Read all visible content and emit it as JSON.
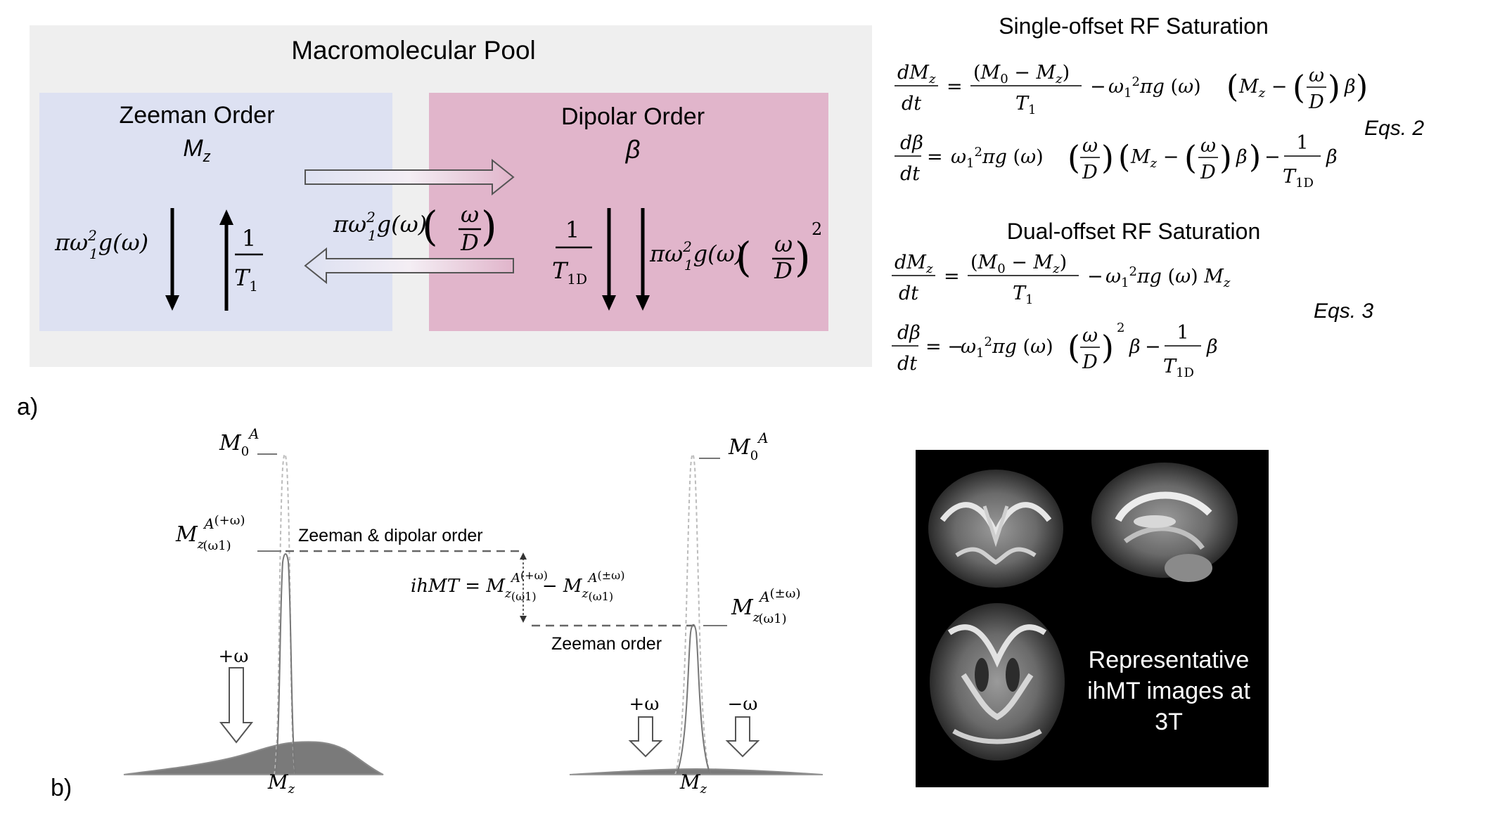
{
  "panel_a": {
    "label": "a)",
    "pool_title": "Macromolecular Pool",
    "zeeman": {
      "title": "Zeeman Order",
      "symbol": "M",
      "symbol_sub": "z"
    },
    "dipolar": {
      "title": "Dipolar Order",
      "symbol": "β"
    },
    "rates": {
      "zeeman_saturation": "πω₁²g(ω)",
      "zeeman_relaxation": "1 / T₁",
      "transfer_to_dipolar": "πω₁²g(ω)(ω/D)",
      "dipolar_relaxation": "1 / T₁D",
      "dipolar_saturation": "πω₁²g(ω)(ω/D)²"
    }
  },
  "equations": {
    "single_title": "Single-offset RF Saturation",
    "single_tag": "Eqs. 2",
    "single_eq1": "dM_z/dt = (M_0 − M_z)/T_1 − ω_1²πg(ω)(M_z − (ω/D)β)",
    "single_eq2": "dβ/dt = ω_1²πg(ω)(ω/D)(M_z − (ω/D)β) − (1/T_1D)β",
    "dual_title": "Dual-offset RF Saturation",
    "dual_tag": "Eqs. 3",
    "dual_eq1": "dM_z/dt = (M_0 − M_z)/T_1 − ω_1²πg(ω)M_z",
    "dual_eq2": "dβ/dt = −ω_1²πg(ω)(ω/D)²β − (1/T_1D)β"
  },
  "panel_b": {
    "label": "b)",
    "left_top_label": "M₀ᴬ",
    "left_mid_label": "M_z(ω1)^A(+ω)",
    "left_arrow_label": "+ω",
    "left_axis_label": "Mz",
    "zeeman_dipolar_label": "Zeeman & dipolar order",
    "ihmt_eq": "ihMT = M_z(ω1)^A(+ω) − M_z(ω1)^A(±ω)",
    "zeeman_label": "Zeeman order",
    "right_top_label": "M₀ᴬ",
    "right_mid_label": "M_z(ω1)^A(±ω)",
    "right_arrow_plus": "+ω",
    "right_arrow_minus": "−ω",
    "right_axis_label": "Mz"
  },
  "image_panel": {
    "caption_lines": [
      "Representative",
      "ihMT images at",
      "3T"
    ]
  },
  "colors": {
    "pool_bg": "#efefef",
    "zeeman_bg": "#dde1f2",
    "dipolar_bg": "#e1b5cb",
    "curve_fill": "#777777"
  }
}
